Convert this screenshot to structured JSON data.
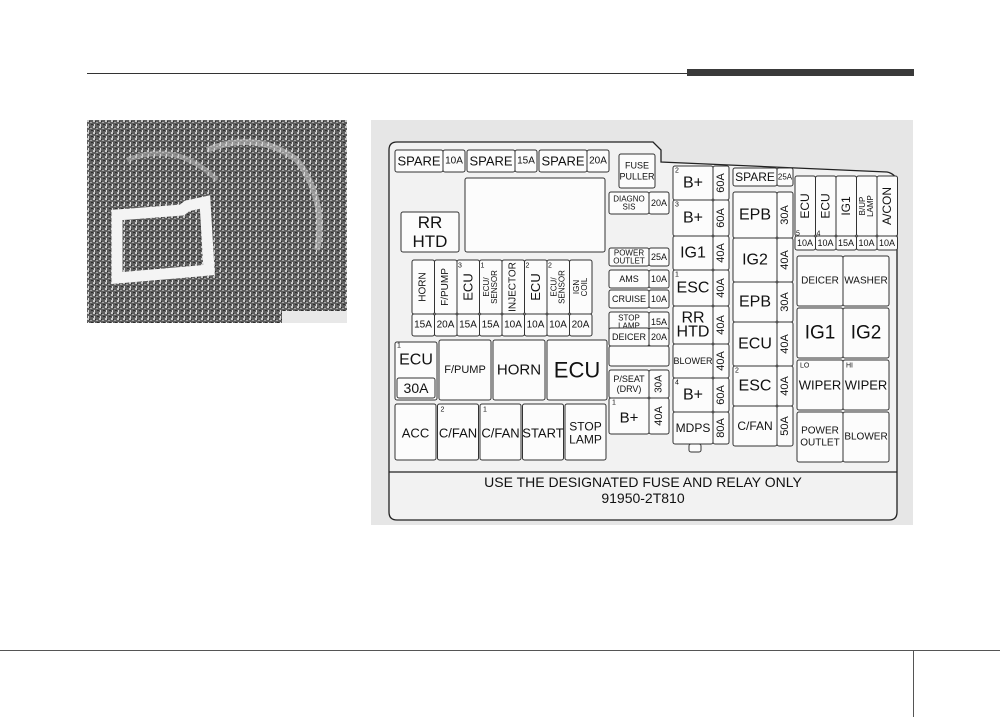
{
  "photo": {
    "description_icon": "engine-bay-photo-icon"
  },
  "spare_row": {
    "spares": [
      {
        "label": "SPARE",
        "rating": "10A"
      },
      {
        "label": "SPARE",
        "rating": "15A"
      },
      {
        "label": "SPARE",
        "rating": "20A"
      }
    ],
    "fuse_puller": [
      "FUSE",
      "PULLER"
    ]
  },
  "left_block": {
    "rr_htd": [
      "RR",
      "HTD"
    ],
    "vertical_fuses": [
      {
        "label": "HORN",
        "rating": "15A",
        "index": ""
      },
      {
        "label": "F/PUMP",
        "rating": "20A",
        "index": ""
      },
      {
        "label": "ECU",
        "rating": "15A",
        "index": "3"
      },
      {
        "label": "ECU/ SENSOR",
        "rating": "15A",
        "index": "1"
      },
      {
        "label": "INJECTOR",
        "rating": "10A",
        "index": ""
      },
      {
        "label": "ECU",
        "rating": "10A",
        "index": "2"
      },
      {
        "label": "ECU/ SENSOR",
        "rating": "10A",
        "index": "2"
      },
      {
        "label": "IGN COIL",
        "rating": "20A",
        "index": ""
      }
    ],
    "ecu1": {
      "index": "1",
      "label": "ECU",
      "rating": "30A"
    },
    "relays_mid": [
      "F/PUMP",
      "HORN",
      "ECU"
    ],
    "relays_bottom": [
      {
        "label": "ACC",
        "index": ""
      },
      {
        "label": "C/FAN",
        "index": "2"
      },
      {
        "label": "C/FAN",
        "index": "1"
      },
      {
        "label": "START",
        "index": ""
      },
      {
        "label": "STOP LAMP",
        "index": ""
      }
    ]
  },
  "center_small": [
    {
      "label": "DIAGNO SIS",
      "rating": "20A"
    },
    {
      "label": "POWER OUTLET",
      "rating": "25A"
    },
    {
      "label": "AMS",
      "rating": "10A"
    },
    {
      "label": "CRUISE",
      "rating": "10A"
    },
    {
      "label": "STOP LAMP",
      "rating": "15A"
    },
    {
      "label": "DEICER",
      "rating": "20A"
    }
  ],
  "pseat": {
    "label": "P/SEAT (DRV)",
    "rating": "30A"
  },
  "bplus1": {
    "index": "1",
    "label": "B+",
    "rating": "40A"
  },
  "col_main": [
    {
      "index": "2",
      "label": "B+",
      "rating": "60A"
    },
    {
      "index": "3",
      "label": "B+",
      "rating": "60A"
    },
    {
      "index": "",
      "label": "IG1",
      "rating": "40A"
    },
    {
      "index": "1",
      "label": "ESC",
      "rating": "40A"
    },
    {
      "index": "",
      "label": "RR HTD",
      "rating": "40A"
    },
    {
      "index": "",
      "label": "BLOWER",
      "rating": "40A"
    },
    {
      "index": "4",
      "label": "B+",
      "rating": "60A"
    },
    {
      "index": "",
      "label": "MDPS",
      "rating": "80A"
    }
  ],
  "col_right": {
    "spare": {
      "label": "SPARE",
      "rating": "25A"
    },
    "items": [
      {
        "index": "",
        "label": "EPB",
        "rating": "30A"
      },
      {
        "index": "",
        "label": "IG2",
        "rating": "40A"
      },
      {
        "index": "",
        "label": "EPB",
        "rating": "30A"
      },
      {
        "index": "",
        "label": "ECU",
        "rating": "40A"
      },
      {
        "index": "2",
        "label": "ESC",
        "rating": "40A"
      },
      {
        "index": "",
        "label": "C/FAN",
        "rating": "50A"
      }
    ]
  },
  "top_right_fuses": [
    {
      "label": "ECU",
      "rating": "10A",
      "index": "5"
    },
    {
      "label": "ECU",
      "rating": "10A",
      "index": "4"
    },
    {
      "label": "IG1",
      "rating": "15A",
      "index": ""
    },
    {
      "label": "B/UP LAMP",
      "rating": "10A",
      "index": ""
    },
    {
      "label": "A/CON",
      "rating": "10A",
      "index": ""
    }
  ],
  "relays_right": [
    {
      "label": "DEICER",
      "index": ""
    },
    {
      "label": "WASHER",
      "index": ""
    },
    {
      "label": "IG1",
      "index": ""
    },
    {
      "label": "IG2",
      "index": ""
    },
    {
      "label": "WIPER",
      "index": "LO"
    },
    {
      "label": "WIPER",
      "index": "HI"
    },
    {
      "label": "POWER OUTLET",
      "index": ""
    },
    {
      "label": "BLOWER",
      "index": ""
    }
  ],
  "footer": {
    "line1": "USE THE DESIGNATED FUSE AND RELAY ONLY",
    "line2": "91950-2T810"
  }
}
